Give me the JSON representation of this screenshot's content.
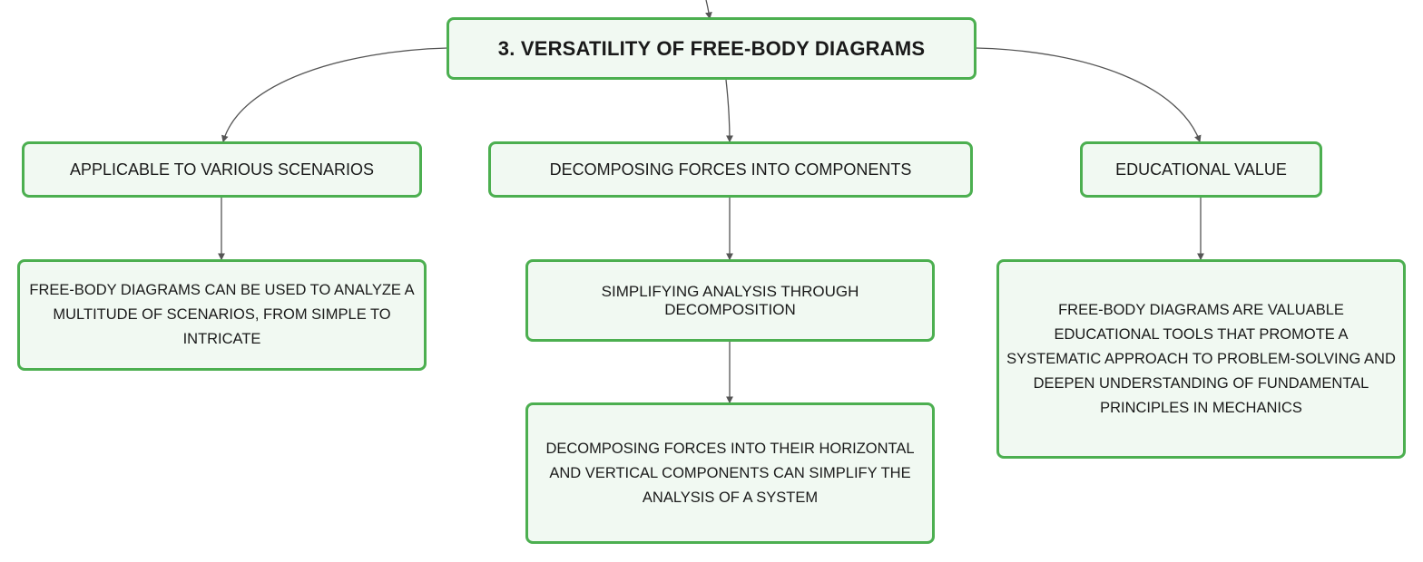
{
  "root": {
    "label": "3. VERSATILITY OF FREE-BODY DIAGRAMS"
  },
  "branches": [
    {
      "label": "APPLICABLE TO VARIOUS SCENARIOS",
      "children": [
        {
          "label": "FREE-BODY DIAGRAMS CAN BE USED TO ANALYZE A MULTITUDE OF SCENARIOS, FROM SIMPLE TO INTRICATE"
        }
      ]
    },
    {
      "label": "DECOMPOSING FORCES INTO COMPONENTS",
      "children": [
        {
          "label": "SIMPLIFYING ANALYSIS THROUGH DECOMPOSITION"
        },
        {
          "label": "DECOMPOSING FORCES INTO THEIR HORIZONTAL AND VERTICAL COMPONENTS CAN SIMPLIFY THE ANALYSIS OF A SYSTEM"
        }
      ]
    },
    {
      "label": "EDUCATIONAL VALUE",
      "children": [
        {
          "label": "FREE-BODY DIAGRAMS ARE VALUABLE EDUCATIONAL TOOLS THAT PROMOTE A SYSTEMATIC APPROACH TO PROBLEM-SOLVING AND DEEPEN UNDERSTANDING OF FUNDAMENTAL PRINCIPLES IN MECHANICS"
        }
      ]
    }
  ],
  "colors": {
    "node_border": "#4caf50",
    "node_fill": "#f1f9f2",
    "connector": "#555555",
    "text": "#1a1a1a"
  }
}
